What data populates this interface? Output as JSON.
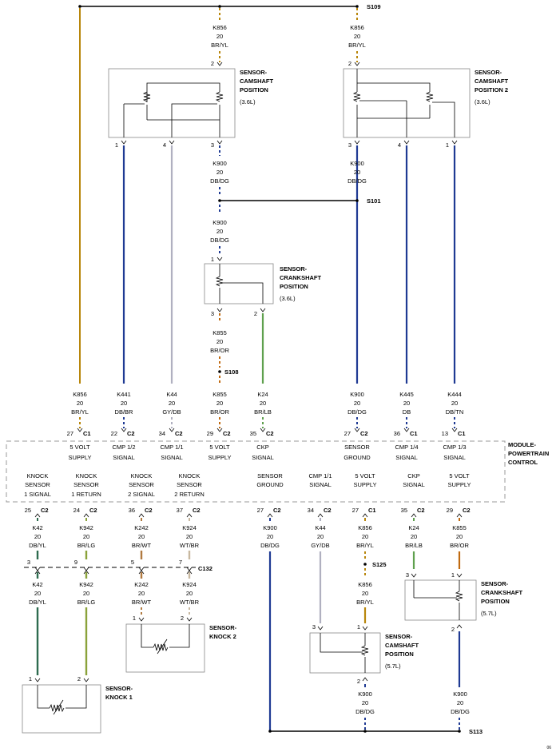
{
  "splices": {
    "s109": "S109",
    "s101": "S101",
    "s108": "S108",
    "s125": "S125",
    "s113": "S113"
  },
  "sensors": {
    "cmp1": {
      "line1": "SENSOR-",
      "line2": "CAMSHAFT",
      "line3": "POSITION",
      "line4": "(3.6L)"
    },
    "cmp2": {
      "line1": "SENSOR-",
      "line2": "CAMSHAFT",
      "line3": "POSITION 2",
      "line4": "(3.6L)"
    },
    "ckp36": {
      "line1": "SENSOR-",
      "line2": "CRANKSHAFT",
      "line3": "POSITION",
      "line4": "(3.6L)"
    },
    "ckp57": {
      "line1": "SENSOR-",
      "line2": "CRANKSHAFT",
      "line3": "POSITION",
      "line4": "(5.7L)"
    },
    "cmp57": {
      "line1": "SENSOR-",
      "line2": "CAMSHAFT",
      "line3": "POSITION",
      "line4": "(5.7L)"
    },
    "knock1": {
      "line1": "SENSOR-",
      "line2": "KNOCK 1"
    },
    "knock2": {
      "line1": "SENSOR-",
      "line2": "KNOCK 2"
    }
  },
  "module": {
    "line1": "MODULE-",
    "line2": "POWERTRAIN",
    "line3": "CONTROL"
  },
  "connector_c132": "C132",
  "wires_top": {
    "k856a": {
      "code": "K856",
      "gauge": "20",
      "color": "BR/YL"
    },
    "k856b": {
      "code": "K856",
      "gauge": "20",
      "color": "BR/YL"
    },
    "k900a": {
      "code": "K900",
      "gauge": "20",
      "color": "DB/DG"
    },
    "k900b": {
      "code": "K900",
      "gauge": "20",
      "color": "DB/DG"
    },
    "k900c": {
      "code": "K900",
      "gauge": "20",
      "color": "DB/DG"
    },
    "k855a": {
      "code": "K855",
      "gauge": "20",
      "color": "BR/OR"
    }
  },
  "pcm_upper": [
    {
      "code": "K856",
      "gauge": "20",
      "color": "BR/YL",
      "pin": "27",
      "conn": "C1",
      "fn1": "5 VOLT",
      "fn2": "SUPPLY"
    },
    {
      "code": "K441",
      "gauge": "20",
      "color": "DB/BR",
      "pin": "22",
      "conn": "C2",
      "fn1": "CMP 1/2",
      "fn2": "SIGNAL"
    },
    {
      "code": "K44",
      "gauge": "20",
      "color": "GY/DB",
      "pin": "34",
      "conn": "C2",
      "fn1": "CMP 1/1",
      "fn2": "SIGNAL"
    },
    {
      "code": "K855",
      "gauge": "20",
      "color": "BR/OR",
      "pin": "29",
      "conn": "C2",
      "fn1": "5 VOLT",
      "fn2": "SUPPLY"
    },
    {
      "code": "K24",
      "gauge": "20",
      "color": "BR/LB",
      "pin": "35",
      "conn": "C2",
      "fn1": "CKP",
      "fn2": "SIGNAL"
    },
    {
      "code": "K900",
      "gauge": "20",
      "color": "DB/DG",
      "pin": "27",
      "conn": "C2",
      "fn1": "SENSOR",
      "fn2": "GROUND"
    },
    {
      "code": "K445",
      "gauge": "20",
      "color": "DB",
      "pin": "36",
      "conn": "C1",
      "fn1": "CMP 1/4",
      "fn2": "SIGNAL"
    },
    {
      "code": "K444",
      "gauge": "20",
      "color": "DB/TN",
      "pin": "13",
      "conn": "C1",
      "fn1": "CMP 1/3",
      "fn2": "SIGNAL"
    }
  ],
  "pcm_lower": [
    {
      "fn1": "KNOCK",
      "fn2": "SENSOR",
      "fn3": "1 SIGNAL",
      "pin": "25",
      "conn": "C2",
      "code": "K42",
      "gauge": "20",
      "color": "DB/YL"
    },
    {
      "fn1": "KNOCK",
      "fn2": "SENSOR",
      "fn3": "1 RETURN",
      "pin": "24",
      "conn": "C2",
      "code": "K942",
      "gauge": "20",
      "color": "BR/LG"
    },
    {
      "fn1": "KNOCK",
      "fn2": "SENSOR",
      "fn3": "2 SIGNAL",
      "pin": "36",
      "conn": "C2",
      "code": "K242",
      "gauge": "20",
      "color": "BR/WT"
    },
    {
      "fn1": "KNOCK",
      "fn2": "SENSOR",
      "fn3": "2 RETURN",
      "pin": "37",
      "conn": "C2",
      "code": "K924",
      "gauge": "20",
      "color": "WT/BR"
    },
    {
      "fn1": "SENSOR",
      "fn2": "GROUND",
      "fn3": "",
      "pin": "27",
      "conn": "C2",
      "code": "K900",
      "gauge": "20",
      "color": "DB/DG"
    },
    {
      "fn1": "CMP 1/1",
      "fn2": "SIGNAL",
      "fn3": "",
      "pin": "34",
      "conn": "C2",
      "code": "K44",
      "gauge": "20",
      "color": "GY/DB"
    },
    {
      "fn1": "5 VOLT",
      "fn2": "SUPPLY",
      "fn3": "",
      "pin": "27",
      "conn": "C1",
      "code": "K856",
      "gauge": "20",
      "color": "BR/YL"
    },
    {
      "fn1": "CKP",
      "fn2": "SIGNAL",
      "fn3": "",
      "pin": "35",
      "conn": "C2",
      "code": "K24",
      "gauge": "20",
      "color": "BR/LB"
    },
    {
      "fn1": "5 VOLT",
      "fn2": "SUPPLY",
      "fn3": "",
      "pin": "29",
      "conn": "C2",
      "code": "K855",
      "gauge": "20",
      "color": "BR/OR"
    }
  ],
  "c132_pins": [
    "3",
    "9",
    "5",
    "7"
  ],
  "wires_lower": {
    "k42b": {
      "code": "K42",
      "gauge": "20",
      "color": "DB/YL"
    },
    "k942b": {
      "code": "K942",
      "gauge": "20",
      "color": "BR/LG"
    },
    "k242b": {
      "code": "K242",
      "gauge": "20",
      "color": "BR/WT"
    },
    "k924b": {
      "code": "K924",
      "gauge": "20",
      "color": "WT/BR"
    },
    "k856c": {
      "code": "K856",
      "gauge": "20",
      "color": "BR/YL"
    },
    "k900d": {
      "code": "K900",
      "gauge": "20",
      "color": "DB/DG"
    },
    "k900e": {
      "code": "K900",
      "gauge": "20",
      "color": "DB/DG"
    }
  },
  "pins": {
    "cmp1_top": "2",
    "cmp1_a": "1",
    "cmp1_b": "4",
    "cmp1_c": "3",
    "cmp2_top": "2",
    "cmp2_a": "3",
    "cmp2_b": "4",
    "cmp2_c": "1",
    "ckp36_top": "1",
    "ckp36_a": "3",
    "ckp36_b": "2",
    "ckp57_a": "3",
    "ckp57_b": "1",
    "ckp57_c": "2",
    "cmp57_a": "3",
    "cmp57_b": "1",
    "cmp57_c": "2",
    "k1_a": "1",
    "k1_b": "2",
    "k2_a": "1",
    "k2_b": "2"
  },
  "footer": "06",
  "colors": {
    "BR/YL": "#b8860b",
    "DB": "#1f3a93",
    "GY": "#b0b0c0",
    "BR/OR": "#c06a10",
    "BR/LB": "#5fa04e",
    "DB/YL": "#2e6b4f",
    "BR/LG": "#8aa23a",
    "BR/WT": "#b07a40",
    "WT/BR": "#c8b8a0"
  }
}
